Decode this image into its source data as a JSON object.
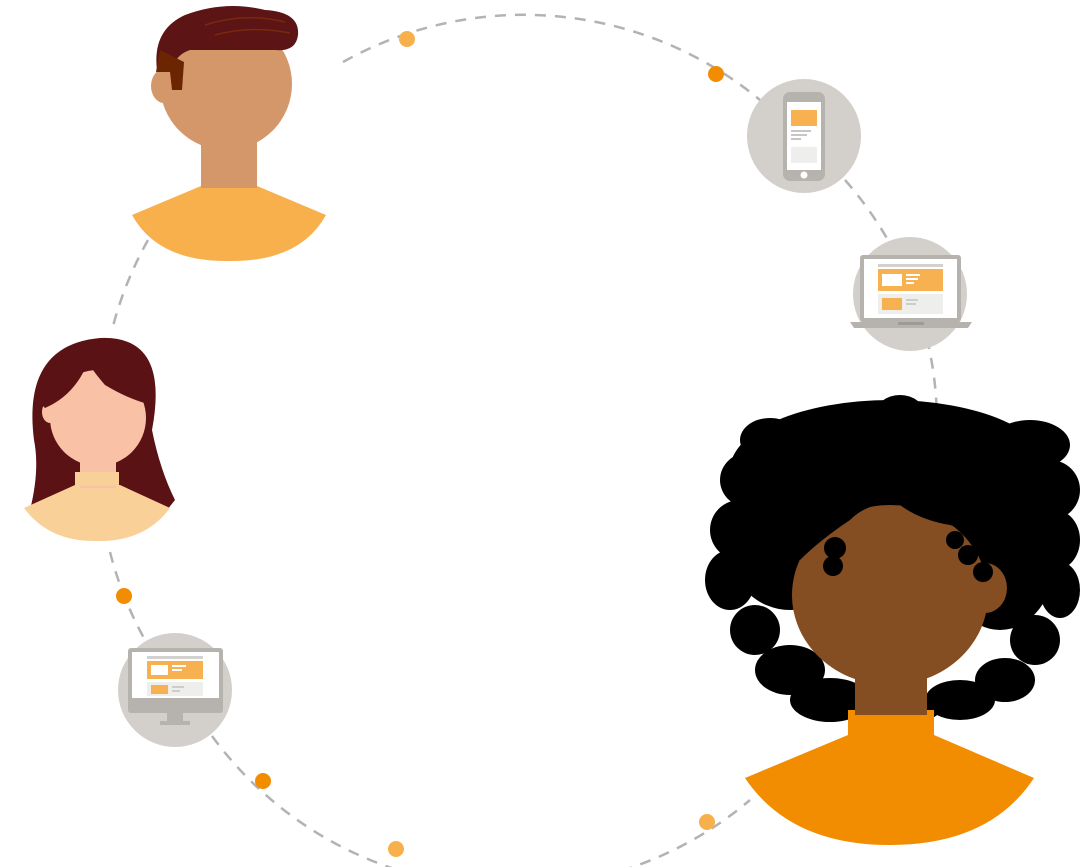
{
  "colors": {
    "background": "#ffffff",
    "dash_line": "#b3b3b3",
    "dot_light": "#f7b04c",
    "dot_dark": "#f28c00",
    "device_bg": "#d3cfca",
    "device_frame": "#b6b3ae",
    "device_screen": "#ffffff",
    "ui_orange": "#f8b151",
    "ui_light": "#eeeeec",
    "man_skin": "#d4976a",
    "man_hair": "#5c1414",
    "man_hair_accent": "#6b2500",
    "man_shirt": "#f8b04c",
    "woman_skin": "#f9c1a6",
    "woman_hair": "#5a1214",
    "woman_shirt": "#f9d198",
    "curly_skin": "#854d22",
    "curly_hair": "#000000",
    "curly_shirt": "#f28c00"
  },
  "diagram": {
    "people": [
      {
        "name": "man-short-hair",
        "icon": "person-man-icon"
      },
      {
        "name": "woman-long-hair",
        "icon": "person-woman-icon"
      },
      {
        "name": "woman-curly-hair",
        "icon": "person-curly-hair-icon"
      }
    ],
    "devices": [
      {
        "name": "smartphone",
        "icon": "smartphone-icon"
      },
      {
        "name": "laptop",
        "icon": "laptop-icon"
      },
      {
        "name": "desktop-monitor",
        "icon": "desktop-monitor-icon"
      }
    ]
  }
}
